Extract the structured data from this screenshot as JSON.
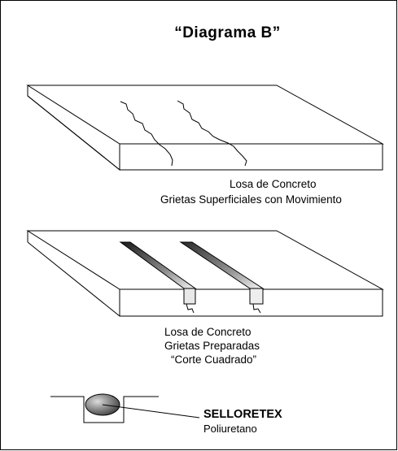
{
  "title": "“Diagrama B”",
  "slab1": {
    "line1": "Losa de Concreto",
    "line2": "Grietas Superficiales con Movimiento"
  },
  "slab2": {
    "line1": "Losa de Concreto",
    "line2": "Grietas Preparadas",
    "line3": "“Corte Cuadrado”"
  },
  "product": {
    "name": "SELLORETEX",
    "material": "Poliuretano"
  }
}
